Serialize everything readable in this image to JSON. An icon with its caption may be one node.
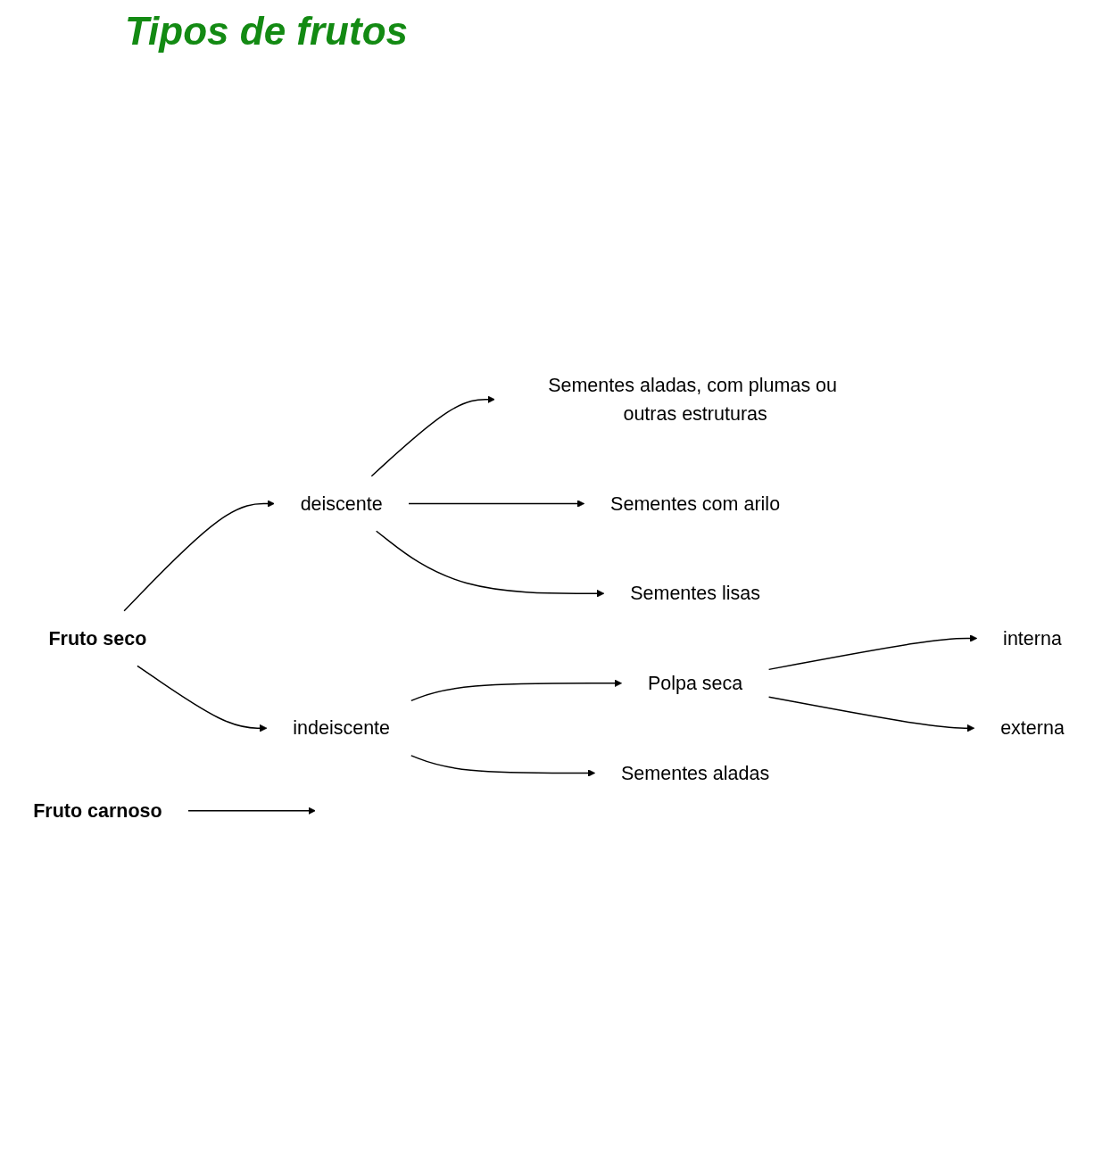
{
  "diagram": {
    "title": "Tipos de frutos",
    "nodes": [
      {
        "text": [
          "Fruto seco"
        ]
      },
      {
        "text": [
          "deiscente"
        ]
      },
      {
        "text": [
          "Sementes aladas, com plumas ou outras estruturas"
        ]
      },
      {
        "text": [
          "Sementes com arilo"
        ]
      },
      {
        "text": [
          "Sementes lisas"
        ]
      },
      {
        "text": [
          "indeiscente"
        ]
      },
      {
        "text": [
          "Polpa seca"
        ]
      },
      {
        "text": [
          "interna"
        ]
      },
      {
        "text": [
          "externa"
        ]
      },
      {
        "text": [
          "Sementes aladas"
        ]
      },
      {
        "text": [
          "Fruto carnoso"
        ]
      }
    ],
    "edges": [
      {
        "from": 0,
        "to": 1,
        "arrow": "to"
      },
      {
        "from": 1,
        "to": 2,
        "arrow": "to"
      },
      {
        "from": 1,
        "to": 3,
        "arrow": "to"
      },
      {
        "from": 1,
        "to": 4,
        "arrow": "to"
      },
      {
        "from": 0,
        "to": 5,
        "arrow": "to"
      },
      {
        "from": 5,
        "to": 6,
        "arrow": "to"
      },
      {
        "from": 6,
        "to": 7,
        "arrow": "to"
      },
      {
        "from": 6,
        "to": 8,
        "arrow": "to"
      },
      {
        "from": 5,
        "to": 9,
        "arrow": "to"
      },
      {
        "from": 10,
        "to": null,
        "arrow": "to"
      }
    ]
  }
}
